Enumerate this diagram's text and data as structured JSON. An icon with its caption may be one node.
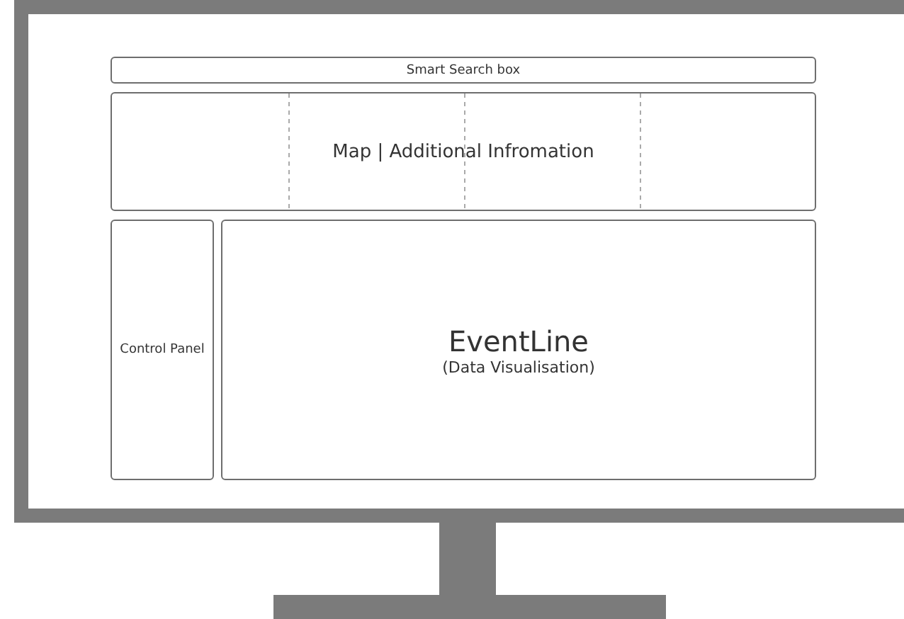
{
  "diagram": {
    "nodes": [
      {
        "text": [
          "Smart Search box"
        ]
      },
      {
        "text": [
          "Map | Additional Infromation"
        ]
      },
      {
        "text": [
          "Control Panel"
        ]
      },
      {
        "text": [
          "EventLine",
          "(Data Visualisation)"
        ]
      }
    ]
  }
}
